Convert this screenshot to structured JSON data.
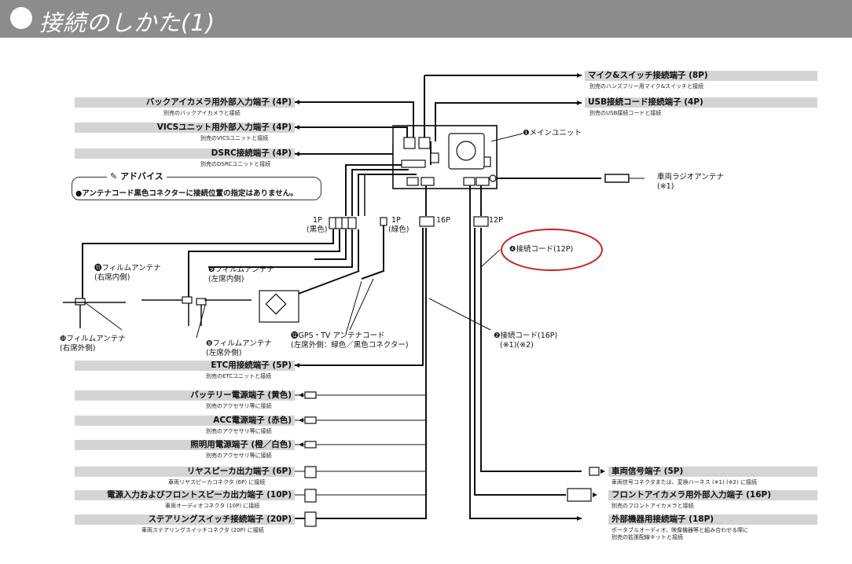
{
  "page": {
    "title": "接続のしかた(1)"
  },
  "main_unit": {
    "label": "❶メインユニット"
  },
  "left_ports": [
    {
      "label": "バックアイカメラ用外部入力端子 (4P)",
      "sub": "別売のバックアイカメラと接続"
    },
    {
      "label": "VICSユニット用外部入力端子 (4P)",
      "sub": "別売のVICSユニットと接続"
    },
    {
      "label": "DSRC接続端子 (4P)",
      "sub": "別売のDSRCユニットと接続"
    }
  ],
  "right_ports_top": [
    {
      "label": "マイク&スイッチ接続端子 (8P)",
      "sub": "別売のハンズフリー用マイク&スイッチと接続"
    },
    {
      "label": "USB接続コード接続端子 (4P)",
      "sub": "別売のUSB接続コードと接続"
    }
  ],
  "radio_antenna": {
    "label": "車両ラジオアンテナ",
    "note": "(※1)"
  },
  "advice": {
    "title": "アドバイス",
    "text": "●アンテナコード黒色コネクターに接続位置の指定はありません。"
  },
  "connectors": {
    "black_1p": {
      "count": "1P",
      "color": "(黒色)"
    },
    "green_1p": {
      "count": "1P",
      "color": "(緑色)"
    },
    "p16": "16P",
    "p12": "12P"
  },
  "antennas": {
    "film_right_inner": {
      "name": "⓫フィルムアンテナ",
      "pos": "(右席内側)"
    },
    "film_left_inner": {
      "name": "❾フィルムアンテナ",
      "pos": "(左席内側)"
    },
    "film_right_outer": {
      "name": "❿フィルムアンテナ",
      "pos": "(右席外側)"
    },
    "film_left_outer": {
      "name": "❽フィルムアンテナ",
      "pos": "(左席外側)"
    },
    "gps_tv": {
      "name": "⓬GPS・TV アンテナコード",
      "pos": "(左席外側：緑色／黒色コネクター)"
    }
  },
  "cords": {
    "cord_12p": "❹接続コード(12P)",
    "cord_16p": {
      "name": "❷接続コード(16P)",
      "note": "(※1)(※2)"
    }
  },
  "bottom_left_ports": [
    {
      "label": "ETC用接続端子 (5P)",
      "sub": "別売のETCユニットと接続"
    },
    {
      "label": "バッテリー電源端子 (黄色)",
      "sub": "別売のアクセサリ等に接続"
    },
    {
      "label": "ACC電源端子 (赤色)",
      "sub": "別売のアクセサリ等に接続"
    },
    {
      "label": "照明用電源端子 (橙／白色)",
      "sub": "別売のアクセサリ等に接続"
    },
    {
      "label": "リヤスピーカ出力端子 (6P)",
      "sub": "車両リヤスピーカコネクタ (6P) に接続"
    },
    {
      "label": "電源入力およびフロントスピーカ出力端子 (10P)",
      "sub": "車両オーディオコネクタ (10P) に接続"
    },
    {
      "label": "ステアリングスイッチ接続端子 (20P)",
      "sub": "車両ステアリングスイッチコネクタ (20P) に接続"
    }
  ],
  "bottom_right_ports": [
    {
      "label": "車両信号端子 (5P)",
      "sub": "車両信号コネクタまたは、変換ハーネス (※1) (※2) に接続"
    },
    {
      "label": "フロントアイカメラ用外部入力端子 (16P)",
      "sub": "別売のフロントアイカメラと接続"
    },
    {
      "label": "外部機器用接続端子 (18P)",
      "sub": "ポータブルオーディオ、映像機器等と組み合わせる際に",
      "sub2": "別売の拡張配線キットと接続"
    }
  ],
  "colors": {
    "title_bar": "#8c8c8c",
    "port_bg": "#d4d4d4",
    "highlight": "#cc2222",
    "line": "#111111"
  }
}
